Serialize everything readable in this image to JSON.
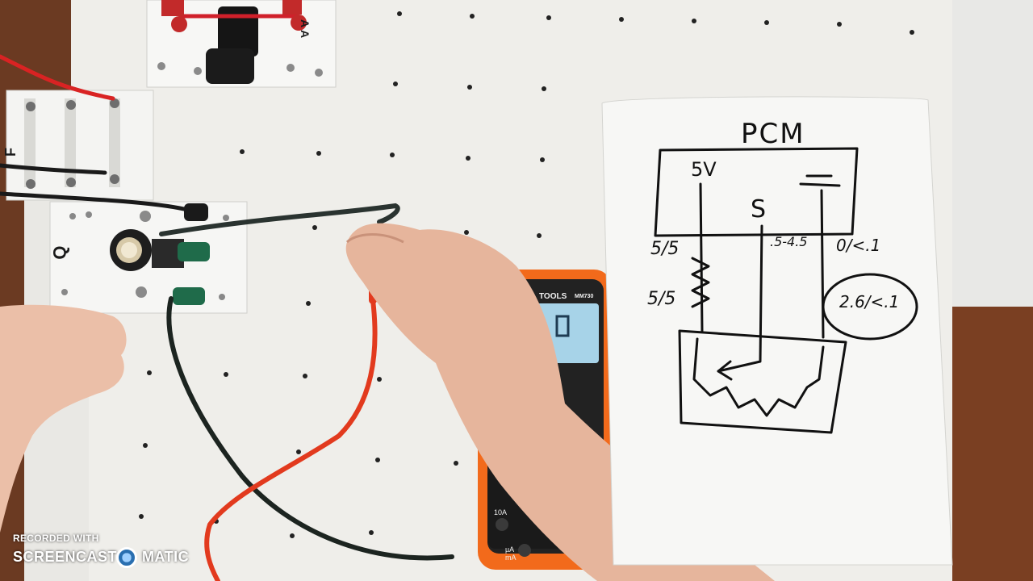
{
  "scene": {
    "component_labels": {
      "fuse_panel": "A A",
      "switch_panel": "F",
      "pot_panel": "Q"
    },
    "whiteboard": {
      "title": "PCM",
      "supply_label": "5V",
      "signal_label": "S",
      "readings": {
        "left_top": "5/5",
        "left_bottom": "5/5",
        "middle": ".5-4.5",
        "right_top": "0/<.1",
        "right_circled": "2.6/<.1"
      }
    },
    "multimeter": {
      "brand": "TOOLS",
      "model": "MM730",
      "range_label": "10A",
      "port_labels": [
        "µA",
        "mA"
      ]
    }
  },
  "watermark": {
    "top": "RECORDED WITH",
    "left": "SCREENCAST",
    "right": "MATIC"
  },
  "colors": {
    "pegboard": "#f0efec",
    "whiteboard": "#f7f7f5",
    "wall": "#6b3a22",
    "multimeter_orange": "#f26a1b",
    "lead_red": "#e23a1e",
    "lead_black": "#1c2420",
    "skin": "#e8b8a0"
  }
}
